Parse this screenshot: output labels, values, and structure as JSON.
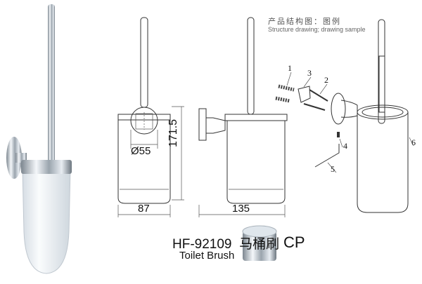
{
  "header": {
    "title_cn": "产品结构图：图例",
    "title_en": "Structure drawing; drawing sample"
  },
  "dimensions": {
    "height": "171.5",
    "diameter": "Ø55",
    "width": "87",
    "depth": "135"
  },
  "part_labels": [
    "1",
    "2",
    "3",
    "4",
    "5",
    "6"
  ],
  "product": {
    "model": "HF-92109",
    "name_cn": "马桶刷",
    "name_en": "Toilet Brush",
    "finish": "CP"
  },
  "colors": {
    "line": "#333333",
    "chrome": "#c8d0d8",
    "ceramic": "#eef2f6"
  }
}
